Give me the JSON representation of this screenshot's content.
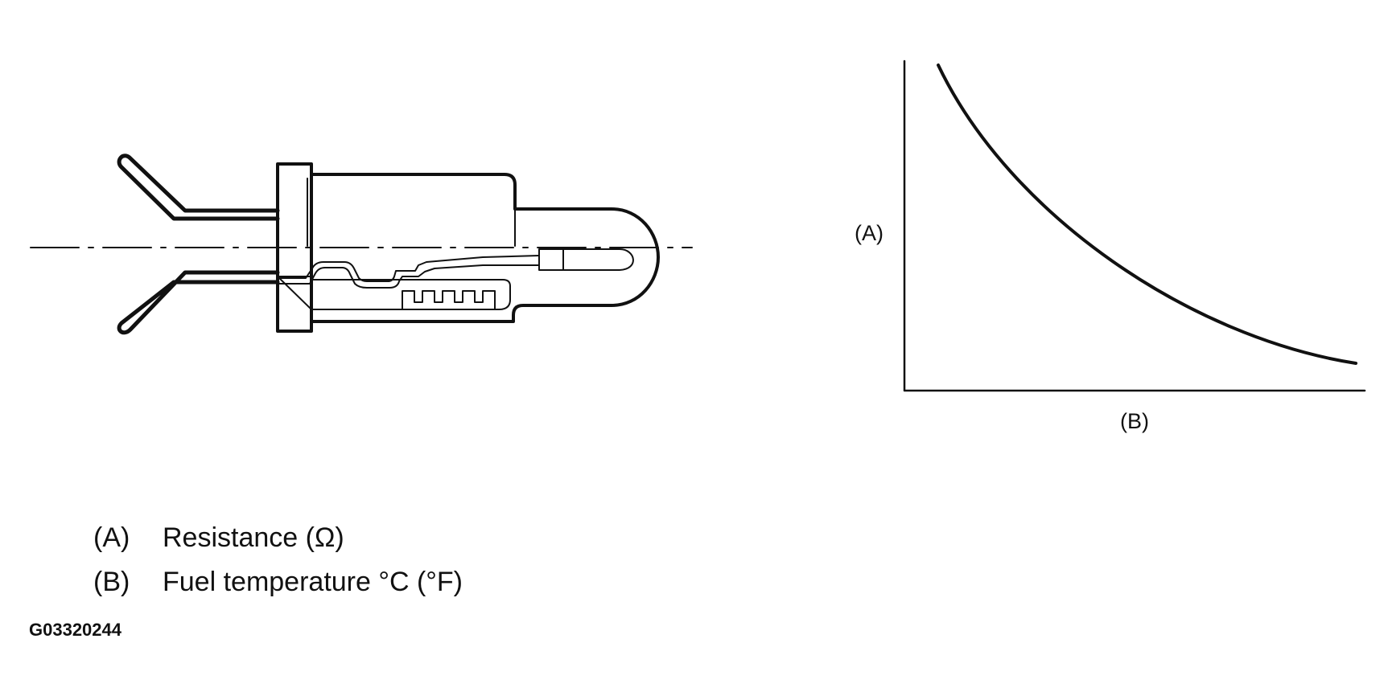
{
  "diagram": {
    "sensor": {
      "name": "fuel-temperature-sensor-cross-section"
    },
    "graph": {
      "y_axis_letter": "(A)",
      "x_axis_letter": "(B)",
      "trend": "resistance decreases as fuel temperature increases"
    },
    "legend": [
      {
        "key": "(A)",
        "text": "Resistance (Ω)"
      },
      {
        "key": "(B)",
        "text": "Fuel temperature °C (°F)"
      }
    ],
    "figure_code": "G03320244",
    "colors": {
      "ink": "#111111",
      "background": "#ffffff"
    }
  }
}
